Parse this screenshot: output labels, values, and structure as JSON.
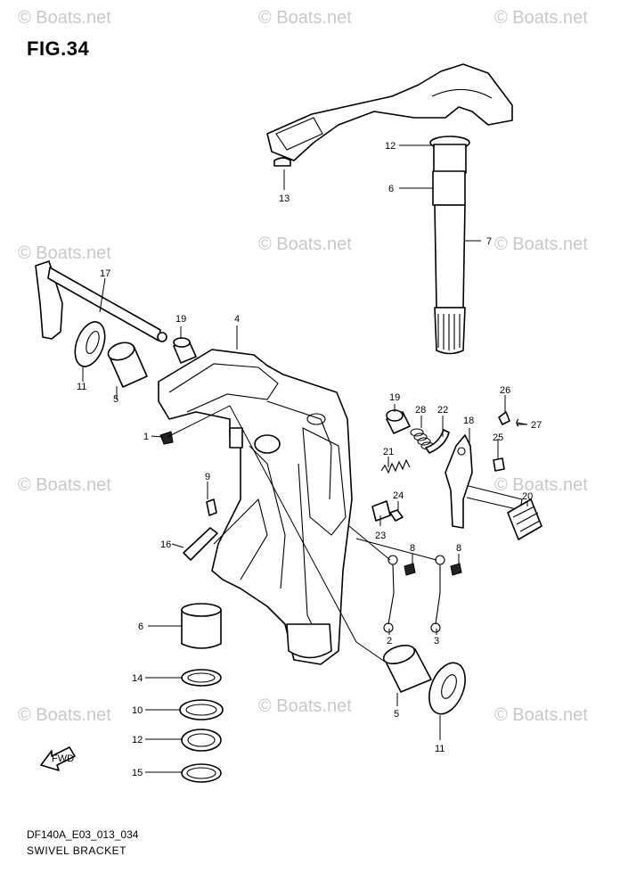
{
  "figure": {
    "title": "FIG.34"
  },
  "footer": {
    "code": "DF140A_E03_013_034",
    "name": "SWIVEL BRACKET"
  },
  "watermark": {
    "text": "© Boats.net"
  },
  "fwd_arrow": {
    "label": "FWD"
  },
  "part_callouts": [
    {
      "num": "12"
    },
    {
      "num": "6"
    },
    {
      "num": "13"
    },
    {
      "num": "7"
    },
    {
      "num": "17"
    },
    {
      "num": "19"
    },
    {
      "num": "4"
    },
    {
      "num": "11"
    },
    {
      "num": "5"
    },
    {
      "num": "1"
    },
    {
      "num": "19"
    },
    {
      "num": "28"
    },
    {
      "num": "22"
    },
    {
      "num": "26"
    },
    {
      "num": "27"
    },
    {
      "num": "18"
    },
    {
      "num": "25"
    },
    {
      "num": "21"
    },
    {
      "num": "24"
    },
    {
      "num": "23"
    },
    {
      "num": "9"
    },
    {
      "num": "16"
    },
    {
      "num": "20"
    },
    {
      "num": "8"
    },
    {
      "num": "8"
    },
    {
      "num": "2"
    },
    {
      "num": "3"
    },
    {
      "num": "6"
    },
    {
      "num": "14"
    },
    {
      "num": "10"
    },
    {
      "num": "12"
    },
    {
      "num": "15"
    },
    {
      "num": "5"
    },
    {
      "num": "11"
    }
  ]
}
